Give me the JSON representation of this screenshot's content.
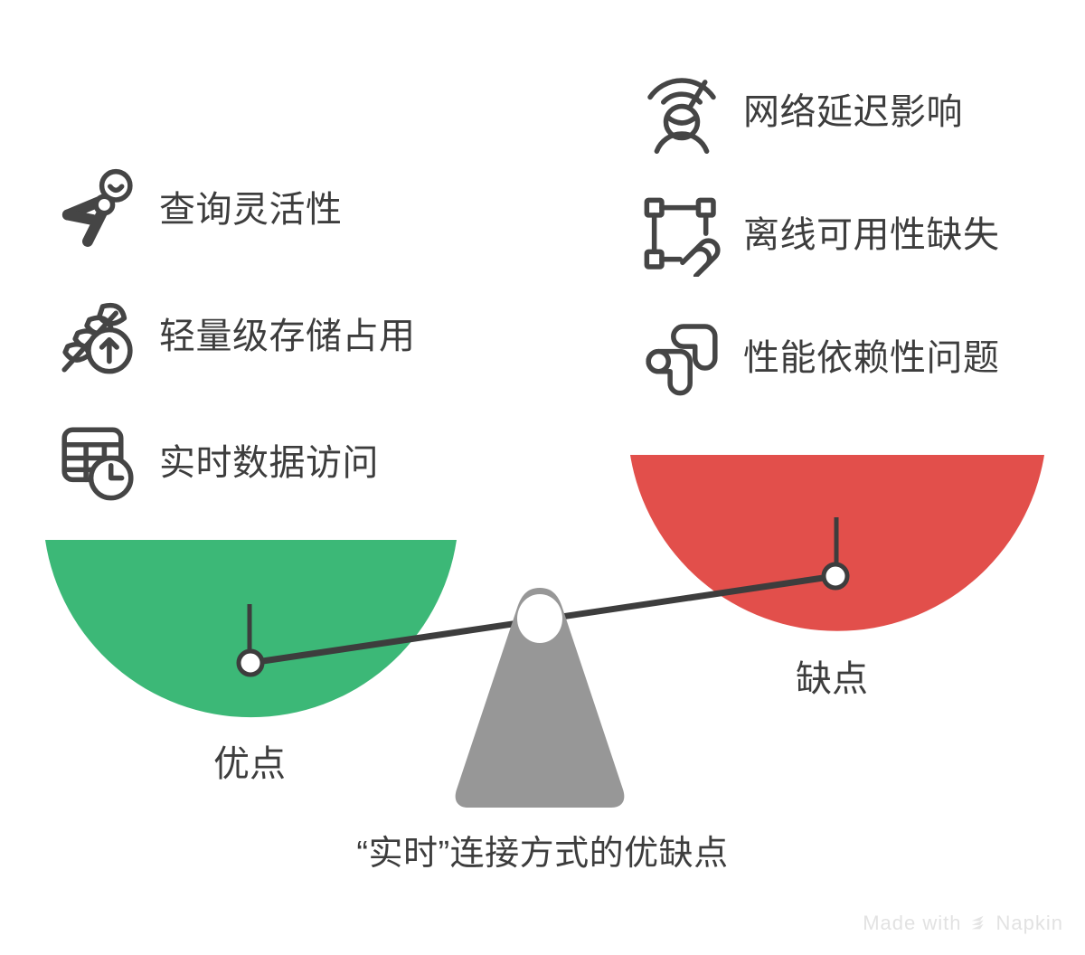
{
  "diagram": {
    "type": "balance-scale-pros-cons",
    "title": "“实时”连接方式的优缺点",
    "pros_side_label": "优点",
    "cons_side_label": "缺点",
    "colors": {
      "pros_pan": "#3cb877",
      "cons_pan": "#e24f4b",
      "fulcrum": "#979797",
      "beam": "#3d3d3d",
      "text": "#3d3d3d",
      "icon_stroke": "#454545",
      "background": "#ffffff",
      "watermark": "#e4e4e4"
    }
  },
  "pros": {
    "items": [
      {
        "label": "查询灵活性",
        "icon": "flexible-person-icon"
      },
      {
        "label": "轻量级存储占用",
        "icon": "feather-up-arrow-icon"
      },
      {
        "label": "实时数据访问",
        "icon": "table-clock-icon"
      }
    ]
  },
  "cons": {
    "items": [
      {
        "label": "网络延迟影响",
        "icon": "person-no-signal-icon"
      },
      {
        "label": "离线可用性缺失",
        "icon": "selection-broken-link-icon"
      },
      {
        "label": "性能依赖性问题",
        "icon": "node-dependency-icon"
      }
    ]
  },
  "watermark": {
    "prefix": "Made with",
    "brand": "Napkin"
  }
}
